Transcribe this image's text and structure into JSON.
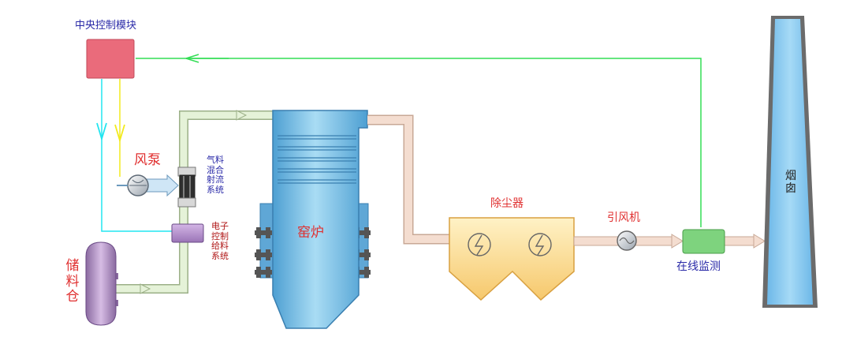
{
  "labels": {
    "central_control": "中央控制模块",
    "fan_pump": "风泵",
    "ejector_system": [
      "气料",
      "混合",
      "射流",
      "系统"
    ],
    "feeder_system": [
      "电子",
      "控制",
      "给料",
      "系统"
    ],
    "storage_bin": [
      "储",
      "料",
      "仓"
    ],
    "kiln": "窑炉",
    "dust_collector": "除尘器",
    "induced_fan": "引风机",
    "online_monitor": "在线监测",
    "chimney": [
      "烟",
      "囱"
    ]
  },
  "colors": {
    "control_box": "#ea6b7b",
    "signal_green": "#33dd55",
    "signal_cyan": "#22e5f0",
    "signal_yellow": "#f2ea1e",
    "kiln_blue": "#7ec8ec",
    "chimney_blue": "#8ecdf2",
    "dust_yellow": "#fbd98a",
    "pipe_green": "#e5f2d8",
    "flue_pipe": "#f4ddd0",
    "feeder_purple": "#b48ccc",
    "bin_purple": "#b08ac0",
    "monitor_green": "#7ed37e",
    "label_red": "#e03030",
    "label_blue": "#2a2aa8",
    "label_darkred": "#b01818"
  }
}
